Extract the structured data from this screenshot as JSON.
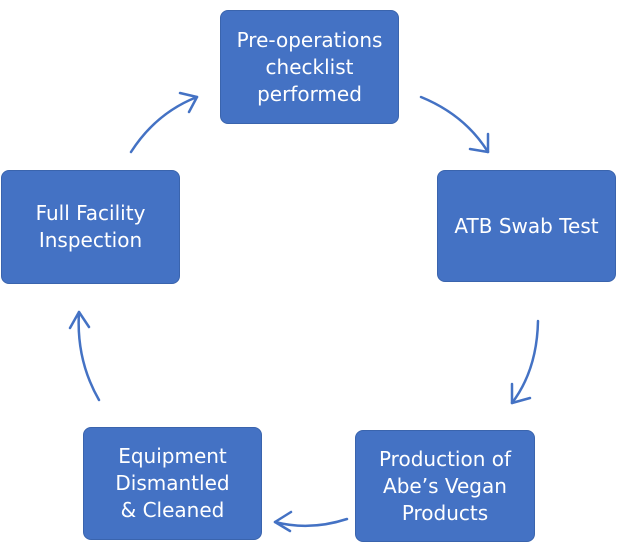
{
  "diagram": {
    "type": "cycle",
    "accent_color": "#4472c4",
    "text_color": "#ffffff",
    "nodes": [
      {
        "id": "pre-operations",
        "label": "Pre-operations\nchecklist\nperformed"
      },
      {
        "id": "atb-swab",
        "label": "ATB Swab Test"
      },
      {
        "id": "production",
        "label": "Production of\nAbe’s Vegan\nProducts"
      },
      {
        "id": "equipment",
        "label": "Equipment\nDismantled\n& Cleaned"
      },
      {
        "id": "inspection",
        "label": "Full Facility\nInspection"
      }
    ],
    "edges": [
      {
        "from": "pre-operations",
        "to": "atb-swab"
      },
      {
        "from": "atb-swab",
        "to": "production"
      },
      {
        "from": "production",
        "to": "equipment"
      },
      {
        "from": "equipment",
        "to": "inspection"
      },
      {
        "from": "inspection",
        "to": "pre-operations"
      }
    ]
  }
}
